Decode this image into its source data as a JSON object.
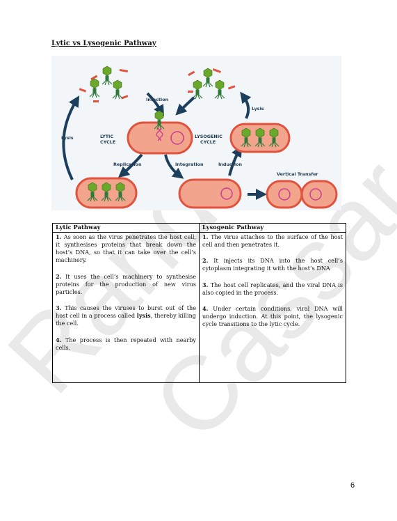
{
  "title": "Lytic vs Lysogenic Pathway",
  "diagram": {
    "labels": {
      "infection": "Infection",
      "lysis_left": "Lysis",
      "lysis_right": "Lysis",
      "lytic_cycle_1": "LYTIC",
      "lytic_cycle_2": "CYCLE",
      "lysogenic_cycle_1": "LYSOGENIC",
      "lysogenic_cycle_2": "CYCLE",
      "replication": "Replication",
      "integration": "Integration",
      "induction": "Induction",
      "vertical_transfer": "Vertical Transfer"
    },
    "colors": {
      "cell_fill": "#f2a58c",
      "cell_border": "#e0533f",
      "dna": "#c63c8e",
      "arrow": "#1d3f5e",
      "virus_head": "#6aa82c",
      "virus_body": "#2f7a3a",
      "background": "#f3f6f8"
    }
  },
  "table": {
    "headers": {
      "left": "Lytic Pathway",
      "right": "Lysogenic Pathway"
    },
    "lytic": [
      {
        "num": "1.",
        "text": "As soon as the virus penetrates the host cell, it synthesises proteins that break down the host’s DNA, so that it can take over the cell’s machinery."
      },
      {
        "num": "2.",
        "text": "It uses the cell’s machinery to synthesise proteins for the production of new virus particles."
      },
      {
        "num": "3.",
        "before": "This causes the viruses to burst out of the host cell in a process called ",
        "keyword": "lysis",
        "after": ", thereby killing the cell."
      },
      {
        "num": "4.",
        "text": "The process is then repeated with nearby cells."
      }
    ],
    "lysogenic": [
      {
        "num": "1.",
        "text": "The virus attaches to the surface of the host cell and then penetrates it."
      },
      {
        "num": "2.",
        "text": "It injects its DNA into the host cell’s cytoplasm integrating it with the host’s DNA"
      },
      {
        "num": "3.",
        "text": "The host cell replicates, and the viral DNA is also copied in the process."
      },
      {
        "num": "4.",
        "text": "Under certain conditions, viral DNA will undergo induction. At this point, the lysogenic cycle transitions to the lytic cycle."
      }
    ]
  },
  "watermark": {
    "line1": "Randall",
    "line2": "Cassar"
  },
  "page_number": "6"
}
